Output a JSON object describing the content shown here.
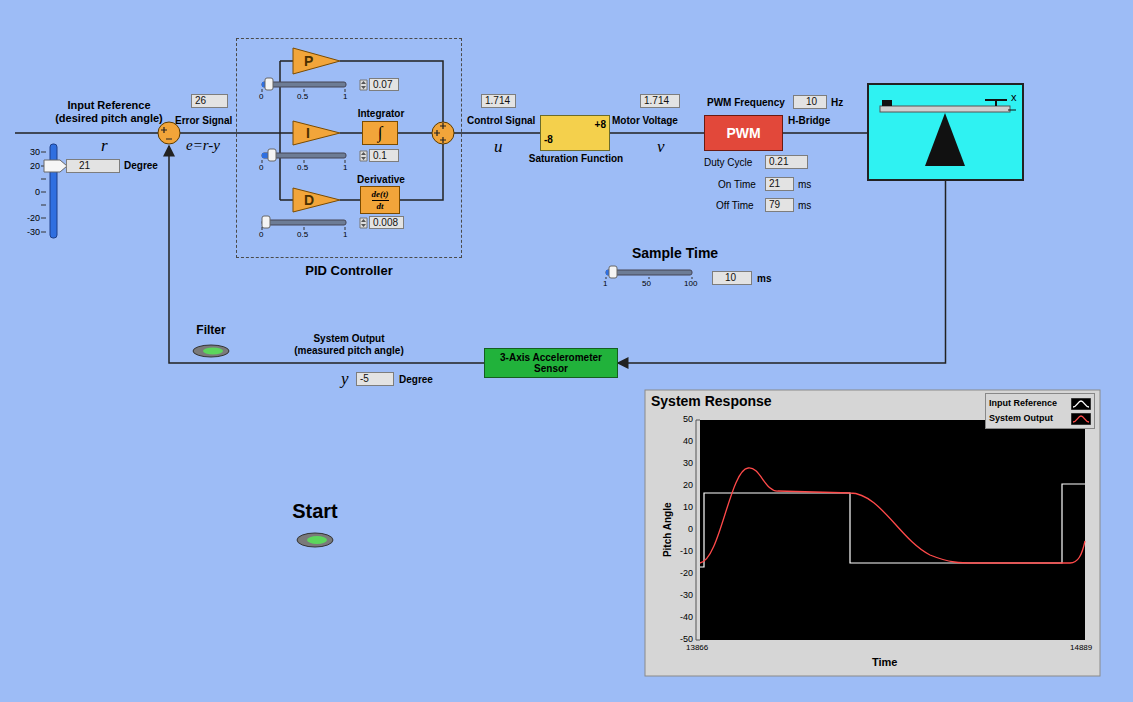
{
  "diagram": {
    "nodes": [
      {
        "text": [
          "21"
        ]
      },
      {
        "text": [
          "26"
        ]
      },
      {
        "text": [
          "PID Controller"
        ]
      },
      {
        "text": [
          "P"
        ],
        "in": 2
      },
      {
        "text": [
          "0.07"
        ],
        "in": 2
      },
      {
        "text": [
          "I"
        ],
        "in": 2
      },
      {
        "text": [
          "Integrator",
          "∫"
        ],
        "in": 2
      },
      {
        "text": [
          "0.1"
        ],
        "in": 2
      },
      {
        "text": [
          "D"
        ],
        "in": 2
      },
      {
        "text": [
          "Derivative",
          "de(t)",
          "dt"
        ],
        "in": 2
      },
      {
        "text": [
          "0.008"
        ],
        "in": 2
      },
      {
        "text": [
          "1.714"
        ]
      },
      {
        "text": [
          "-8",
          "+8",
          "Saturation Function"
        ]
      },
      {
        "text": [
          "1.714"
        ]
      },
      {
        "text": [
          "10"
        ]
      },
      {
        "text": [
          "PWM"
        ]
      },
      {
        "text": [
          "0.21"
        ]
      },
      {
        "text": [
          "21"
        ]
      },
      {
        "text": [
          "79"
        ]
      },
      {
        "text": [
          "x"
        ]
      },
      {
        "text": [
          "10"
        ]
      },
      {
        "text": [
          "Filter"
        ]
      },
      {
        "text": [
          "3-Axis Accelerometer Sensor"
        ]
      },
      {
        "text": [
          "-5"
        ]
      },
      {
        "text": [
          "Start"
        ]
      },
      {
        "text": [
          "System Response"
        ]
      }
    ],
    "edges": [
      {
        "from": 5,
        "to": 6,
        "arrow": "none"
      },
      {
        "from": 8,
        "to": 9,
        "arrow": "none"
      },
      {
        "from": 2,
        "to": 12,
        "arrow": "none"
      },
      {
        "from": 12,
        "to": 15,
        "arrow": "none"
      },
      {
        "from": 15,
        "to": 19,
        "arrow": "none"
      },
      {
        "from": 19,
        "to": 22,
        "arrow": "to"
      }
    ],
    "labels": [
      "Input Reference (desired pitch angle)",
      "r",
      "30",
      "20",
      "0",
      "-20",
      "-30",
      "Degree",
      "Error Signal",
      "e=r-y",
      "0",
      "0.5",
      "1",
      "0",
      "0.5",
      "1",
      "0",
      "0.5",
      "1",
      "Control Signal",
      "u",
      "Motor Voltage",
      "v",
      "PWM Frequency",
      "Hz",
      "H-Bridge",
      "Duty Cycle",
      "On Time",
      "ms",
      "Off Time",
      "ms",
      "Sample Time",
      "1",
      "50",
      "100",
      "ms",
      "System Output (measured pitch angle)",
      "y",
      "Degree",
      "50",
      "40",
      "30",
      "20",
      "10",
      "0",
      "-10",
      "-20",
      "-30",
      "-40",
      "-50",
      "Pitch Angle",
      "13866",
      "14889",
      "Time"
    ],
    "legend": [
      {
        "text": "Input Reference"
      },
      {
        "text": "System Output"
      }
    ]
  }
}
